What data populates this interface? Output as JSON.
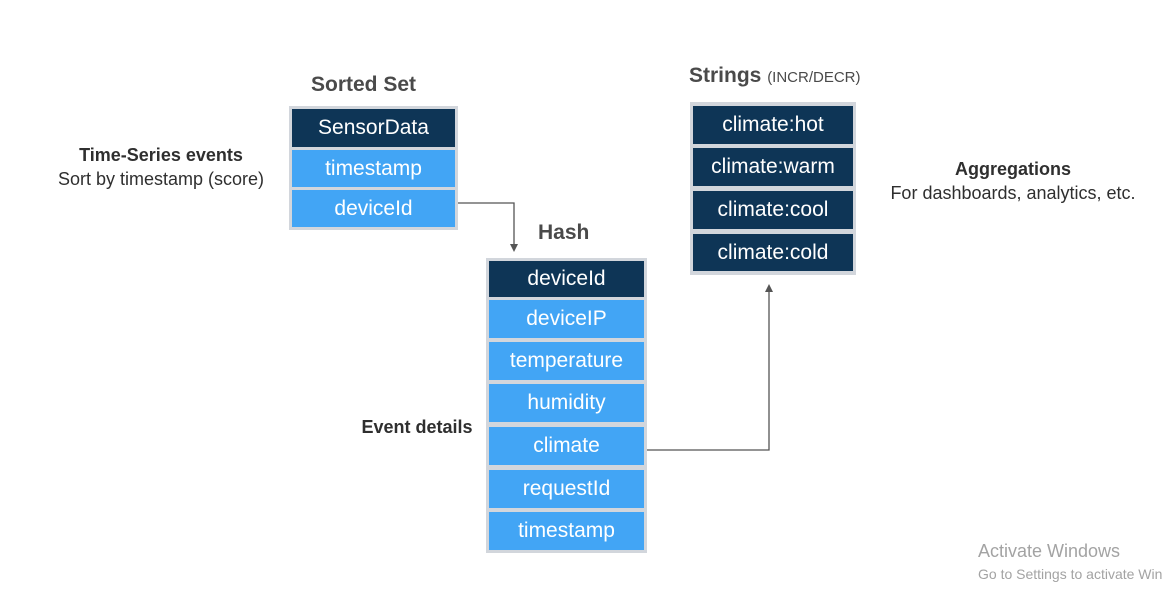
{
  "sorted_set": {
    "heading": "Sorted Set",
    "items": [
      "SensorData",
      "timestamp",
      "deviceId"
    ]
  },
  "hash": {
    "heading": "Hash",
    "items": [
      "deviceId",
      "deviceIP",
      "temperature",
      "humidity",
      "climate",
      "requestId",
      "timestamp"
    ]
  },
  "strings": {
    "heading": "Strings",
    "subheading": "(INCR/DECR)",
    "items": [
      "climate:hot",
      "climate:warm",
      "climate:cool",
      "climate:cold"
    ]
  },
  "notes": {
    "time_series_title": "Time-Series events",
    "time_series_desc": "Sort by timestamp (score)",
    "event_details": "Event details",
    "aggregations_title": "Aggregations",
    "aggregations_desc": "For dashboards, analytics, etc."
  },
  "watermark": {
    "line1": "Activate Windows",
    "line2": "Go to Settings to activate Win"
  },
  "colors": {
    "dark_cell": "#0e3556",
    "light_cell": "#42a5f5",
    "border": "#d2d6dc",
    "connector": "#555555"
  }
}
